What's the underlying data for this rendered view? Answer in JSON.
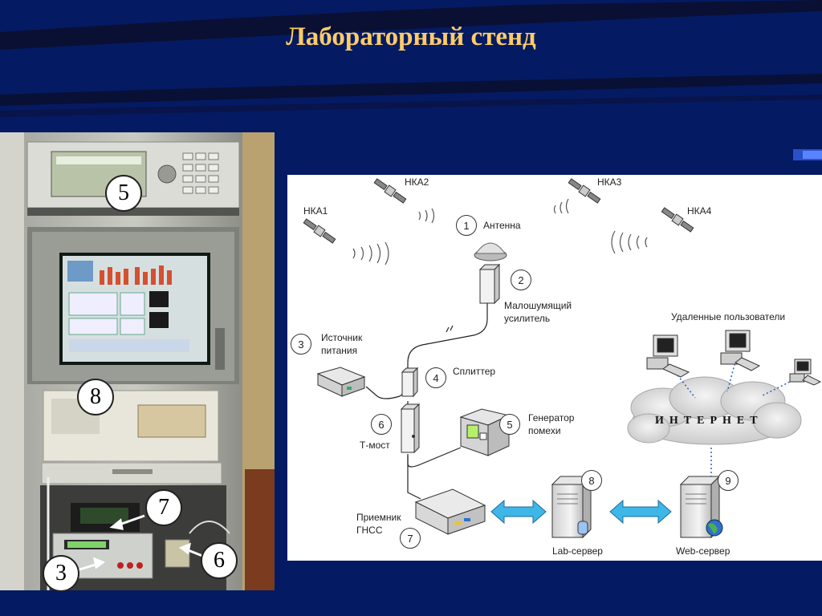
{
  "slide": {
    "title": "Лабораторный стенд",
    "colors": {
      "background": "#041a63",
      "title": "#ffcc66"
    }
  },
  "photo": {
    "callouts": [
      "5",
      "8",
      "7",
      "6",
      "3"
    ]
  },
  "diagram": {
    "satellites": [
      "НКА1",
      "НКА2",
      "НКА3",
      "НКА4"
    ],
    "antenna": "Антенна",
    "lna": [
      "Малошумящий",
      "усилитель"
    ],
    "power": [
      "Источник",
      "питания"
    ],
    "splitter": "Сплиттер",
    "tbridge": "Т-мост",
    "generator": [
      "Генератор",
      "помехи"
    ],
    "receiver": [
      "Приемник",
      "ГНСС"
    ],
    "lab_server": "Lab-сервер",
    "web_server": "Web-сервер",
    "remote_users": "Удаленные пользователи",
    "internet": "ИНТЕРНЕТ",
    "numbers": [
      "1",
      "2",
      "3",
      "4",
      "5",
      "6",
      "7",
      "8",
      "9"
    ]
  }
}
